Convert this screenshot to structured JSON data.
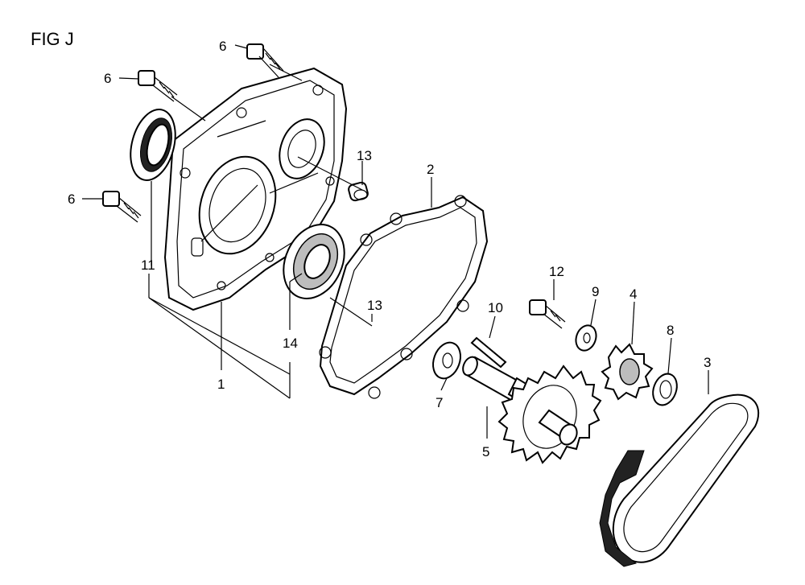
{
  "figure": {
    "title": "FIG J"
  },
  "callouts": {
    "c1": "1",
    "c2": "2",
    "c3": "3",
    "c4": "4",
    "c5": "5",
    "c6a": "6",
    "c6b": "6",
    "c6c": "6",
    "c7": "7",
    "c8": "8",
    "c9": "9",
    "c10": "10",
    "c11": "11",
    "c12": "12",
    "c13a": "13",
    "c13b": "13",
    "c14": "14"
  }
}
